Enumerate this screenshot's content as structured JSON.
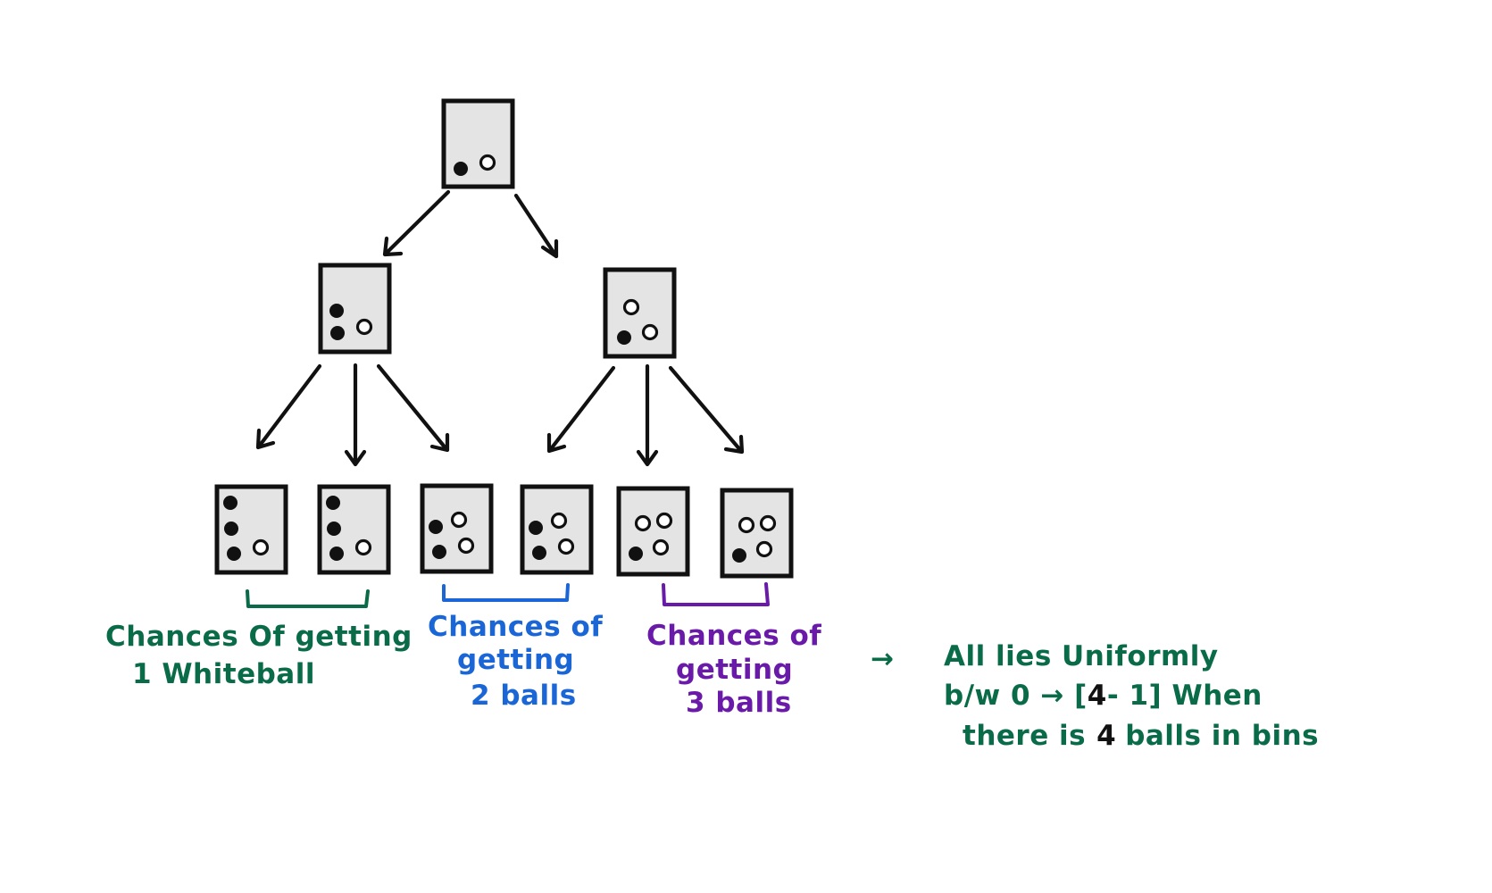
{
  "colors": {
    "ink": "#111111",
    "bin_fill": "#e4e4e4",
    "green": "#0a6b48",
    "blue": "#1a66d6",
    "purple": "#6a1aa8"
  },
  "labels": {
    "one_white": {
      "line1": "Chances Of getting",
      "line2": "1 Whiteball"
    },
    "two_balls": {
      "line1": "Chances of",
      "line2": "getting",
      "line3": "2 balls"
    },
    "three_balls": {
      "line1": "Chances of",
      "line2": "getting",
      "line3": "3 balls"
    }
  },
  "note": {
    "arrow": "→",
    "line1": "All lies Uniformly",
    "line2_prefix": "b/w 0 → [",
    "line2_num": "4",
    "line2_suffix": "- 1]  When",
    "line3_prefix": "there is",
    "line3_num": "4",
    "line3_suffix": "balls in bins"
  },
  "bins": [
    {
      "id": "root",
      "balls": [
        "black",
        "white"
      ]
    },
    {
      "id": "level1-left",
      "balls": [
        "black",
        "black",
        "white"
      ]
    },
    {
      "id": "level1-right",
      "balls": [
        "white",
        "black",
        "white"
      ]
    },
    {
      "id": "level2-1",
      "balls": [
        "black",
        "black",
        "black",
        "white"
      ]
    },
    {
      "id": "level2-2",
      "balls": [
        "black",
        "black",
        "black",
        "white"
      ]
    },
    {
      "id": "level2-3",
      "balls": [
        "black",
        "white",
        "black",
        "white"
      ]
    },
    {
      "id": "level2-4",
      "balls": [
        "black",
        "white",
        "black",
        "white"
      ]
    },
    {
      "id": "level2-5",
      "balls": [
        "white",
        "white",
        "black",
        "white"
      ]
    },
    {
      "id": "level2-6",
      "balls": [
        "white",
        "white",
        "black",
        "white"
      ]
    }
  ]
}
